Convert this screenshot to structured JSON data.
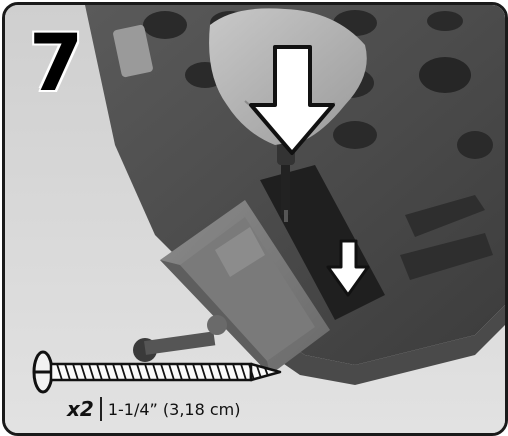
{
  "step": {
    "number": "7"
  },
  "part": {
    "count": "x2",
    "size": "1-1/4” (3,18 cm)"
  },
  "icons": {
    "large_arrow": "down-arrow-icon",
    "small_arrow": "down-arrow-icon",
    "screw": "screw-icon"
  },
  "colors": {
    "frame": "#1a1a1a",
    "arrow_fill": "#ffffff",
    "plastic": "#6e6e6e"
  }
}
